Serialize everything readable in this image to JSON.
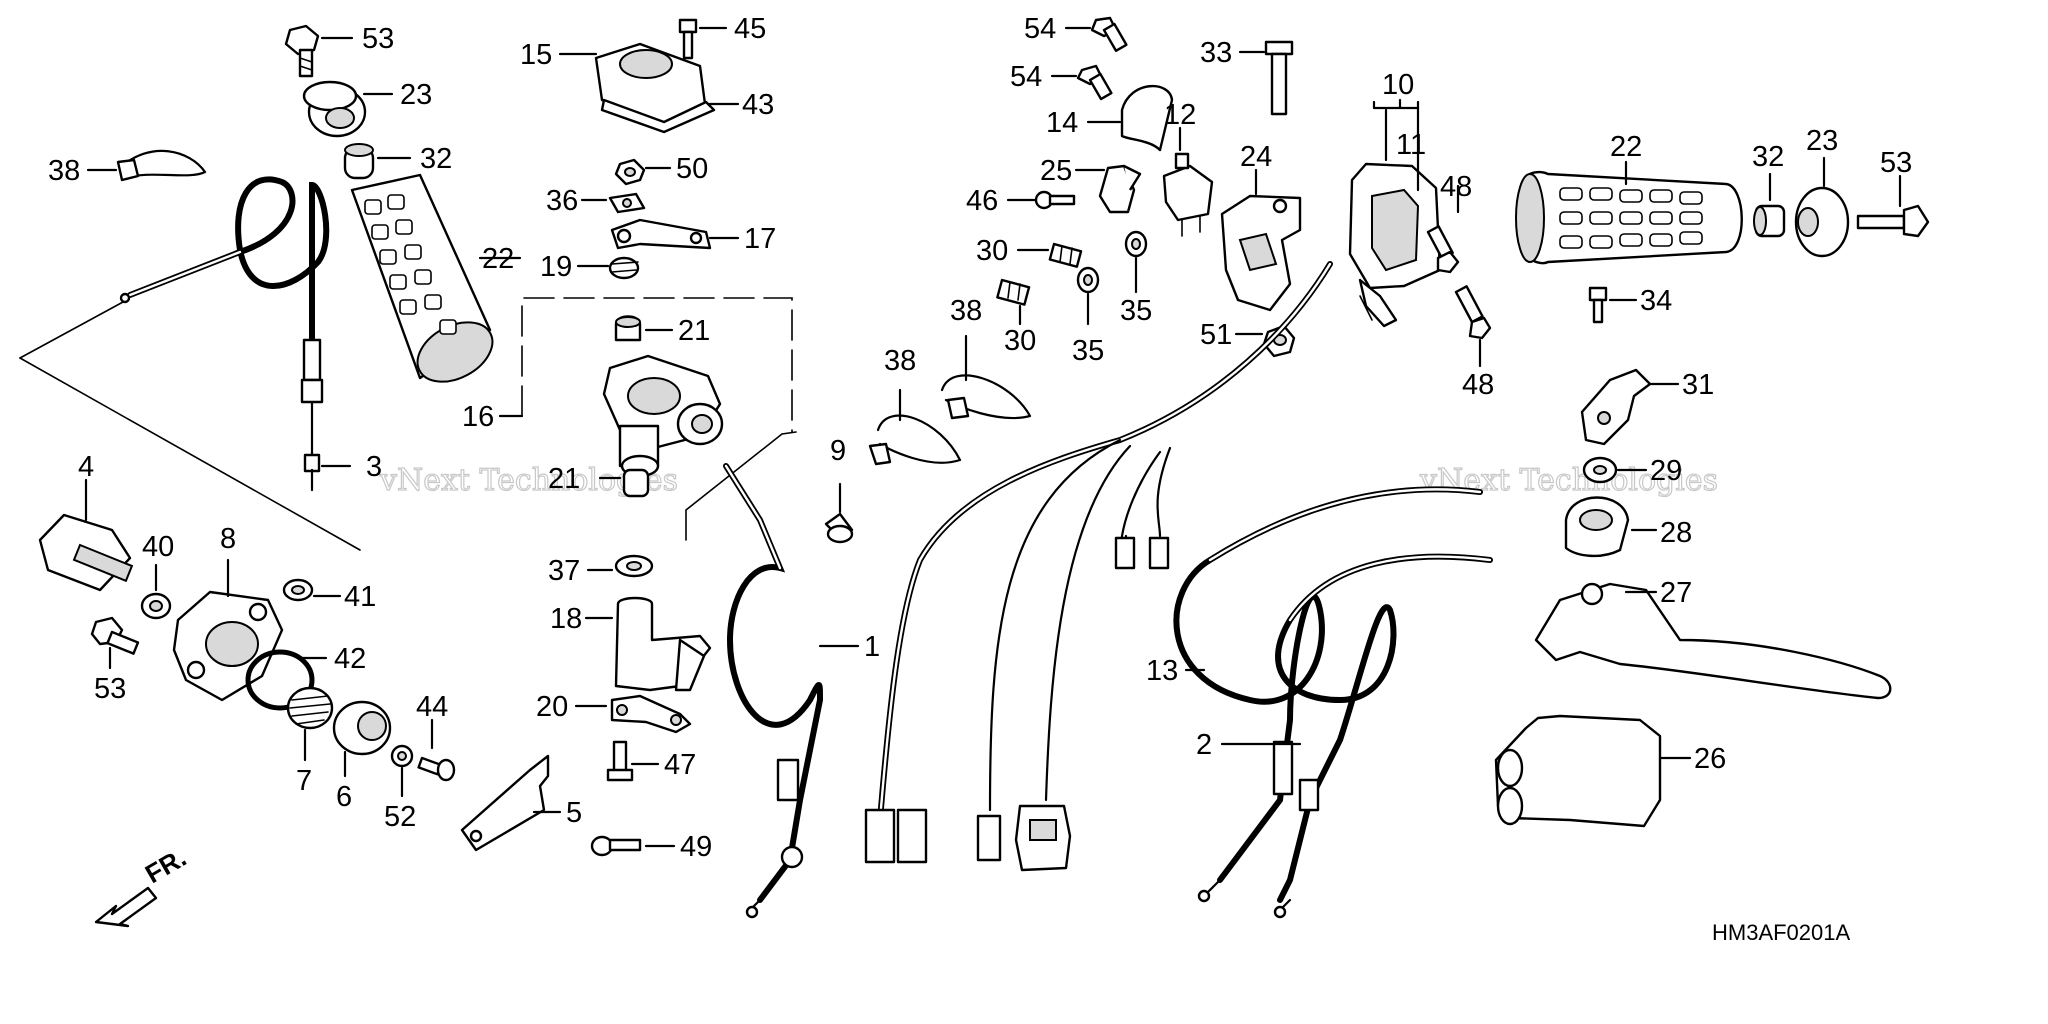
{
  "diagram": {
    "code": "HM3AF0201A",
    "direction_label": "FR.",
    "watermark": [
      "vNext Technologies",
      "vNext Technologies"
    ],
    "callouts": {
      "p53a": "53",
      "p23a": "23",
      "p32a": "32",
      "p22a": "22",
      "p38a": "38",
      "p3": "3",
      "p4": "4",
      "p40": "40",
      "p8": "8",
      "p41": "41",
      "p42": "42",
      "p53b": "53",
      "p7": "7",
      "p6": "6",
      "p44": "44",
      "p52": "52",
      "p5": "5",
      "p15": "15",
      "p45": "45",
      "p43": "43",
      "p50": "50",
      "p36": "36",
      "p17": "17",
      "p19": "19",
      "p21a": "21",
      "p16": "16",
      "p21b": "21",
      "p37": "37",
      "p18": "18",
      "p20": "20",
      "p47": "47",
      "p49": "49",
      "p1": "1",
      "p9": "9",
      "p38b": "38",
      "p38c": "38",
      "p54a": "54",
      "p54b": "54",
      "p14": "14",
      "p12": "12",
      "p25": "25",
      "p46": "46",
      "p30a": "30",
      "p30b": "30",
      "p35a": "35",
      "p35b": "35",
      "p24": "24",
      "p33": "33",
      "p10": "10",
      "p11": "11",
      "p48a": "48",
      "p48b": "48",
      "p51": "51",
      "p22b": "22",
      "p32b": "32",
      "p23b": "23",
      "p53c": "53",
      "p34": "34",
      "p31": "31",
      "p29": "29",
      "p28": "28",
      "p27": "27",
      "p26": "26",
      "p13": "13",
      "p2": "2"
    }
  }
}
